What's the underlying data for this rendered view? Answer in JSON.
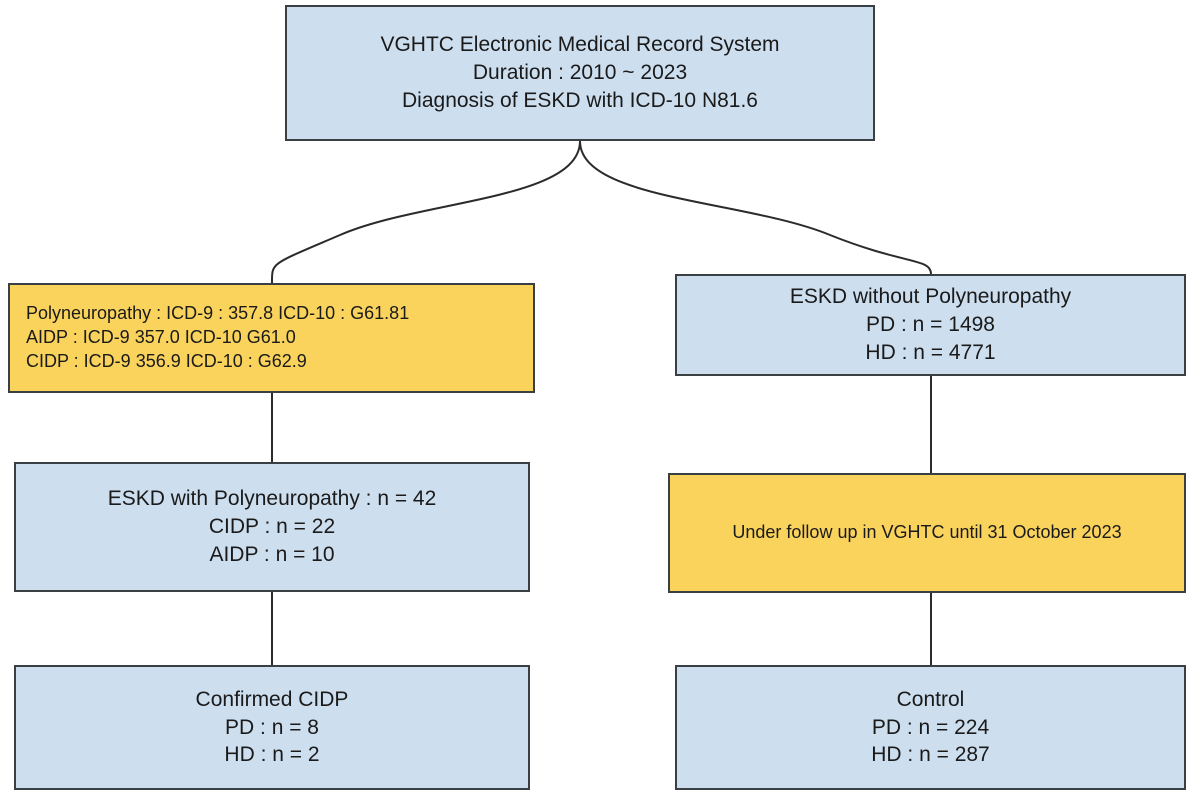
{
  "diagram": {
    "title": "ESKD CIDP cohort selection flowchart",
    "colors": {
      "blue_fill": "#cddeef",
      "yellow_fill": "#fad35d",
      "border": "#3a3f44",
      "connector": "#2b2b2b",
      "background": "#ffffff",
      "text": "#1a1a1a"
    },
    "nodes": [
      {
        "id": "source",
        "type": "blue",
        "align": "center",
        "lines": [
          "VGHTC Electronic Medical Record System",
          "Duration : 2010 ~ 2023",
          "Diagnosis of ESKD with ICD-10 N81.6"
        ]
      },
      {
        "id": "pn-codes",
        "type": "yellow",
        "align": "left",
        "lines": [
          "Polyneuropathy : ICD-9 : 357.8 ICD-10 : G61.81",
          "AIDP : ICD-9 357.0 ICD-10 G61.0",
          "CIDP : ICD-9 356.9 ICD-10 : G62.9"
        ]
      },
      {
        "id": "eskd-without",
        "type": "blue",
        "align": "center",
        "lines": [
          "ESKD without Polyneuropathy",
          "PD : n = 1498",
          "HD : n = 4771"
        ]
      },
      {
        "id": "eskd-with",
        "type": "blue",
        "align": "center",
        "lines": [
          "ESKD with Polyneuropathy : n = 42",
          "CIDP : n = 22",
          "AIDP : n = 10"
        ]
      },
      {
        "id": "followup",
        "type": "yellow",
        "align": "center",
        "lines": [
          "Under follow up in VGHTC until 31 October 2023"
        ]
      },
      {
        "id": "confirmed-cidp",
        "type": "blue",
        "align": "center",
        "lines": [
          "Confirmed CIDP",
          "PD : n = 8",
          "HD : n = 2"
        ]
      },
      {
        "id": "control",
        "type": "blue",
        "align": "center",
        "lines": [
          "Control",
          "PD : n = 224",
          "HD : n = 287"
        ]
      }
    ],
    "connectors": [
      {
        "id": "source-to-pn-codes",
        "from": "source",
        "to": "pn-codes",
        "style": "curve"
      },
      {
        "id": "source-to-eskd-without",
        "from": "source",
        "to": "eskd-without",
        "style": "curve"
      },
      {
        "id": "pn-codes-to-eskd-with",
        "from": "pn-codes",
        "to": "eskd-with",
        "style": "straight"
      },
      {
        "id": "eskd-with-to-confirmed-cidp",
        "from": "eskd-with",
        "to": "confirmed-cidp",
        "style": "straight"
      },
      {
        "id": "eskd-without-to-followup",
        "from": "eskd-without",
        "to": "followup",
        "style": "straight"
      },
      {
        "id": "followup-to-control",
        "from": "followup",
        "to": "control",
        "style": "straight"
      }
    ]
  }
}
